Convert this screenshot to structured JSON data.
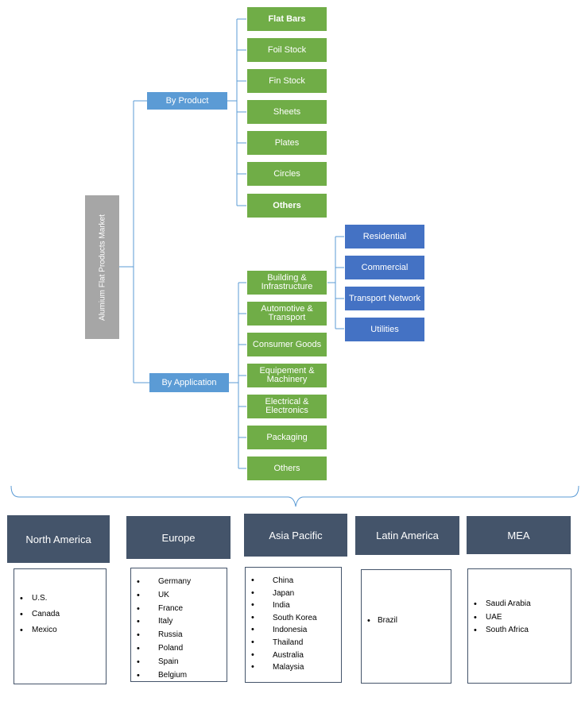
{
  "root": {
    "label": "Alumium Flat Products Market"
  },
  "by_product": {
    "label": "By Product",
    "items": [
      "Flat Bars",
      "Foil Stock",
      "Fin Stock",
      "Sheets",
      "Plates",
      "Circles",
      "Others"
    ]
  },
  "by_application": {
    "label": "By Application",
    "items": [
      "Building &\nInfrastructure",
      "Automotive &\nTransport",
      "Consumer Goods",
      "Equipement &\nMachinery",
      "Electrical &\nElectronics",
      "Packaging",
      "Others"
    ],
    "building_sub": [
      "Residential",
      "Commercial",
      "Transport Network",
      "Utilities"
    ]
  },
  "regions": [
    {
      "name": "North America",
      "countries": [
        "U.S.",
        "Canada",
        "Mexico"
      ]
    },
    {
      "name": "Europe",
      "countries": [
        "Germany",
        "UK",
        "France",
        "Italy",
        "Russia",
        "Poland",
        "Spain",
        "Belgium"
      ]
    },
    {
      "name": "Asia Pacific",
      "countries": [
        "China",
        "Japan",
        "India",
        "South Korea",
        "Indonesia",
        "Thailand",
        "Australia",
        "Malaysia"
      ]
    },
    {
      "name": "Latin America",
      "countries": [
        "Brazil"
      ]
    },
    {
      "name": "MEA",
      "countries": [
        "Saudi Arabia",
        "UAE",
        "South Africa"
      ]
    }
  ],
  "colors": {
    "root": "#a6a6a6",
    "mid": "#5b9bd5",
    "leaf": "#70ad47",
    "sub": "#4472c4",
    "region_header": "#44546a",
    "connector": "#5b9bd5"
  }
}
